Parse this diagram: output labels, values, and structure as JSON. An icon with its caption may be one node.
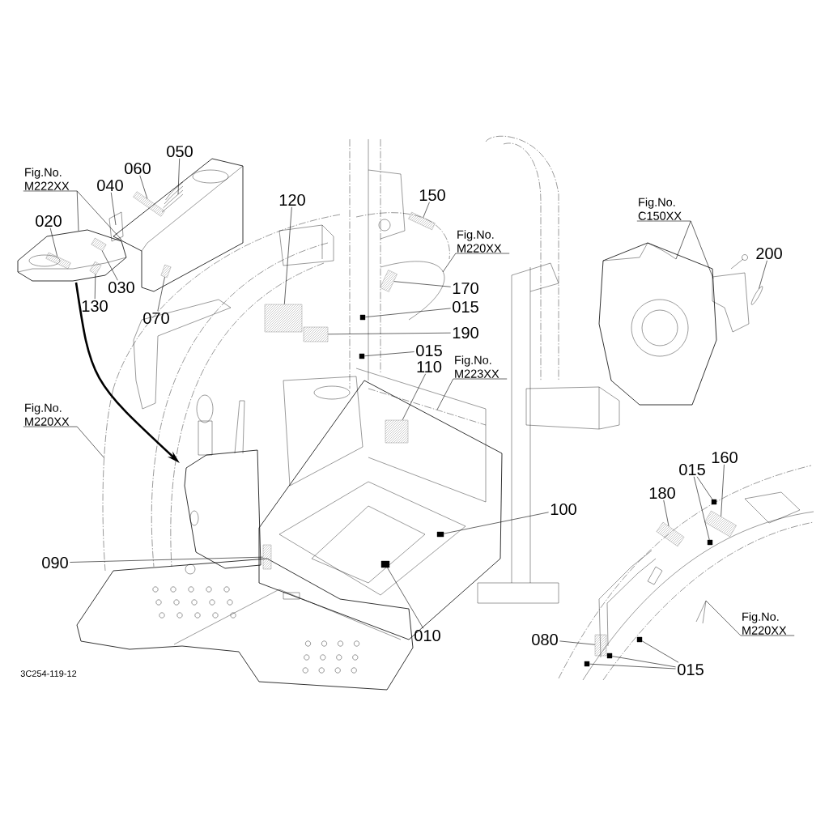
{
  "diagram": {
    "nodes": [
      {
        "text": [
          "050"
        ]
      },
      {
        "text": [
          "Fig.No. M222XX"
        ]
      },
      {
        "text": [
          "060"
        ]
      },
      {
        "text": [
          "040"
        ]
      },
      {
        "text": [
          "120"
        ]
      },
      {
        "text": [
          "150"
        ]
      },
      {
        "text": [
          "Fig.No. C150XX"
        ]
      },
      {
        "text": [
          "Fig.No. M220XX"
        ]
      },
      {
        "text": [
          "020"
        ]
      },
      {
        "text": [
          "200"
        ]
      },
      {
        "text": [
          "030"
        ]
      },
      {
        "text": [
          "170"
        ]
      },
      {
        "text": [
          "130"
        ]
      },
      {
        "text": [
          "015"
        ]
      },
      {
        "text": [
          "070"
        ]
      },
      {
        "text": [
          "190"
        ]
      },
      {
        "text": [
          "015"
        ]
      },
      {
        "text": [
          "Fig.No. M223XX"
        ]
      },
      {
        "text": [
          "110"
        ]
      },
      {
        "text": [
          "Fig.No. M220XX"
        ]
      },
      {
        "text": [
          "160"
        ]
      },
      {
        "text": [
          "015"
        ]
      },
      {
        "text": [
          "180"
        ]
      },
      {
        "text": [
          "100"
        ]
      },
      {
        "text": [
          "090"
        ]
      },
      {
        "text": [
          "010"
        ]
      },
      {
        "text": [
          "Fig.No. M220XX"
        ]
      },
      {
        "text": [
          "080"
        ]
      },
      {
        "text": [
          "015"
        ]
      },
      {
        "text": [],
        "shape": "picture"
      },
      {
        "text": [],
        "shape": "picture"
      },
      {
        "text": [],
        "shape": "box"
      },
      {
        "text": [],
        "shape": "box",
        "in": 29
      },
      {
        "text": [],
        "shape": "box",
        "in": 29
      },
      {
        "text": [],
        "shape": "box",
        "in": 29
      },
      {
        "text": [],
        "shape": "box",
        "in": 30
      },
      {
        "text": [],
        "shape": "picture"
      },
      {
        "text": [],
        "shape": "box"
      },
      {
        "text": [],
        "shape": "box",
        "in": 36
      },
      {
        "text": [],
        "shape": "box"
      },
      {
        "text": [],
        "shape": "box"
      },
      {
        "text": [],
        "shape": "box"
      },
      {
        "text": [],
        "shape": "picture"
      },
      {
        "text": [],
        "shape": "box",
        "in": 42
      },
      {
        "text": [],
        "shape": "picture"
      },
      {
        "text": [],
        "shape": "picture"
      },
      {
        "text": [],
        "shape": "circle"
      },
      {
        "text": [],
        "shape": "picture"
      },
      {
        "text": [],
        "shape": "box"
      },
      {
        "text": [],
        "shape": "box"
      },
      {
        "text": [],
        "shape": "box"
      },
      {
        "text": [],
        "shape": "box"
      },
      {
        "text": [],
        "shape": "box"
      },
      {
        "text": [],
        "shape": "box"
      },
      {
        "text": [],
        "shape": "box"
      },
      {
        "text": [],
        "shape": "box"
      },
      {
        "text": [],
        "shape": "box"
      },
      {
        "text": [],
        "shape": "box"
      },
      {
        "text": [],
        "shape": "box"
      },
      {
        "text": [],
        "shape": "picture"
      },
      {
        "text": [],
        "shape": "box"
      },
      {
        "text": [],
        "shape": "picture"
      }
    ],
    "edges": [
      {
        "from": 0,
        "to": 30,
        "arrow": "none"
      },
      {
        "from": 1,
        "to": 29,
        "arrow": "none"
      },
      {
        "from": 1,
        "to": 30,
        "arrow": "none"
      },
      {
        "from": 2,
        "to": 31,
        "arrow": "none"
      },
      {
        "from": 3,
        "to": 30,
        "arrow": "none"
      },
      {
        "from": 4,
        "to": 37,
        "arrow": "none"
      },
      {
        "from": 5,
        "to": 60,
        "arrow": "none"
      },
      {
        "from": 6,
        "to": 44,
        "arrow": "none"
      },
      {
        "from": 6,
        "to": 45,
        "arrow": "none"
      },
      {
        "from": 7,
        "to": 36,
        "arrow": "none"
      },
      {
        "from": 8,
        "to": 32,
        "arrow": "none"
      },
      {
        "from": 9,
        "to": 46,
        "arrow": "none"
      },
      {
        "from": 10,
        "to": 33,
        "arrow": "none"
      },
      {
        "from": 11,
        "to": 38,
        "arrow": "none"
      },
      {
        "from": 12,
        "to": 34,
        "arrow": "none"
      },
      {
        "from": 13,
        "to": 39,
        "arrow": "none"
      },
      {
        "from": 14,
        "to": 35,
        "arrow": "none"
      },
      {
        "from": 15,
        "to": 40,
        "arrow": "none"
      },
      {
        "from": 16,
        "to": 41,
        "arrow": "none"
      },
      {
        "from": 17,
        "to": 42,
        "arrow": "none"
      },
      {
        "from": 18,
        "to": 43,
        "arrow": "none"
      },
      {
        "from": 19,
        "to": 61,
        "arrow": "none"
      },
      {
        "from": 20,
        "to": 48,
        "arrow": "none"
      },
      {
        "from": 21,
        "to": 49,
        "arrow": "none"
      },
      {
        "from": 21,
        "to": 50,
        "arrow": "none"
      },
      {
        "from": 22,
        "to": 51,
        "arrow": "none"
      },
      {
        "from": 23,
        "to": 52,
        "arrow": "none"
      },
      {
        "from": 24,
        "to": 53,
        "arrow": "none"
      },
      {
        "from": 25,
        "to": 54,
        "arrow": "none"
      },
      {
        "from": 26,
        "to": 47,
        "arrow": "none"
      },
      {
        "from": 27,
        "to": 55,
        "arrow": "none"
      },
      {
        "from": 28,
        "to": 56,
        "arrow": "none"
      },
      {
        "from": 28,
        "to": 57,
        "arrow": "none"
      },
      {
        "from": 28,
        "to": 58,
        "arrow": "none"
      },
      {
        "from": 29,
        "to": 59,
        "arrow": "to",
        "style": "thick"
      }
    ],
    "labels": [
      "3C254-119-12"
    ]
  }
}
